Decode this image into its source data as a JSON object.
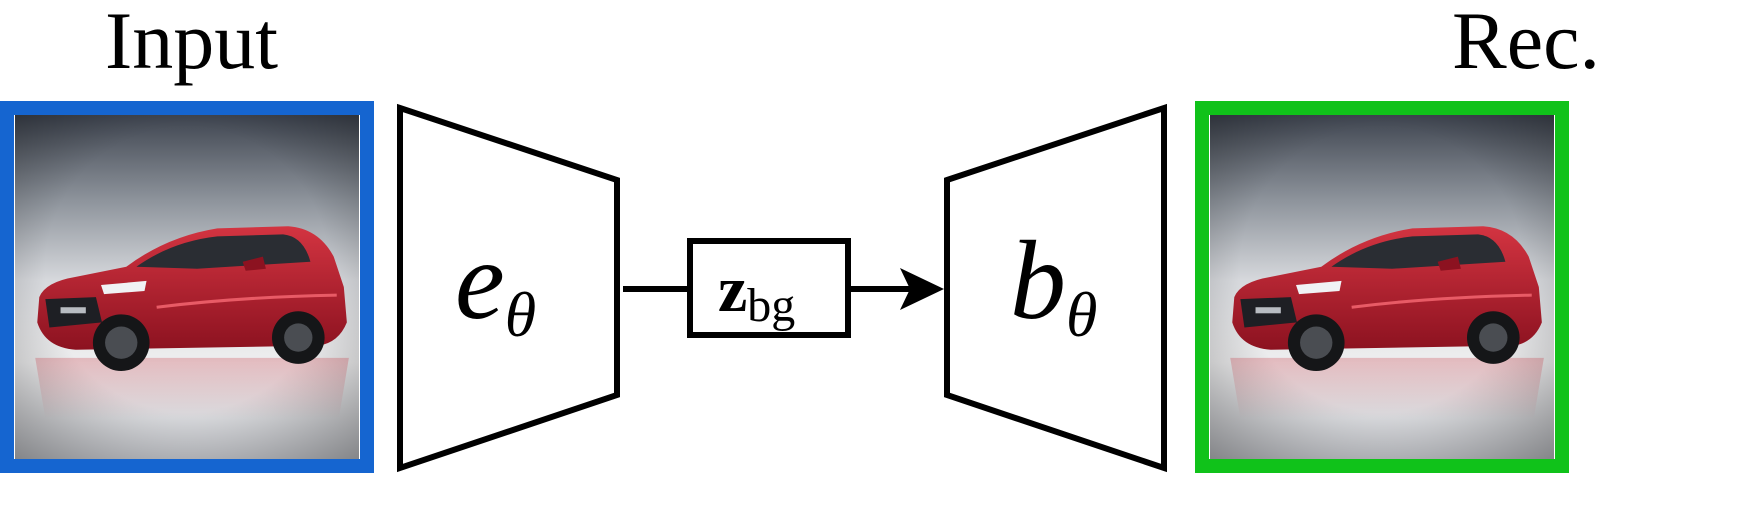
{
  "input": {
    "title": "Input",
    "frame_color": "#1565d0"
  },
  "reconstruction": {
    "title": "Rec.",
    "frame_color": "#10c21a"
  },
  "encoder": {
    "symbol": "e",
    "subscript": "θ"
  },
  "latent": {
    "symbol": "z",
    "subscript": "bg"
  },
  "decoder": {
    "symbol": "b",
    "subscript": "θ"
  },
  "image_content": {
    "subject": "red hatchback car",
    "car_color": "#c01c2a",
    "background_color": "#a9aeb6"
  }
}
